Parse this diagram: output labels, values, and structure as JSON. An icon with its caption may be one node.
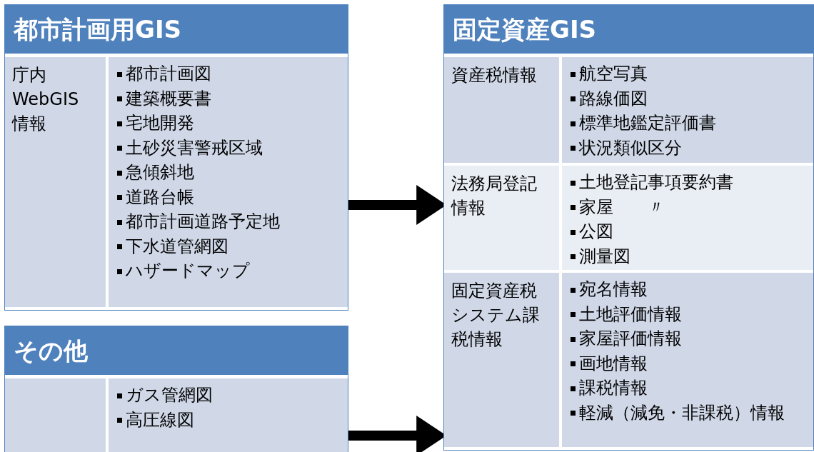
{
  "diagram": {
    "nodes": [
      {
        "text": [
          "都市計画用GIS"
        ]
      },
      {
        "text": [
          "庁内WebGIS情報",
          "都市計画図",
          "建築概要書",
          "宅地開発",
          "土砂災害警戒区域",
          "急傾斜地",
          "道路台帳",
          "都市計画道路予定地",
          "下水道管網図",
          "ハザードマップ"
        ],
        "in": 0
      },
      {
        "text": [
          "その他"
        ]
      },
      {
        "text": [
          "ガス管網図",
          "高圧線図"
        ],
        "in": 2
      },
      {
        "text": [
          "固定資産GIS"
        ]
      },
      {
        "text": [
          "資産税情報",
          "航空写真",
          "路線価図",
          "標準地鑑定評価書",
          "状況類似区分"
        ],
        "in": 4
      },
      {
        "text": [
          "法務局登記情報",
          "土地登記事項要約書",
          "家屋　　〃",
          "公図",
          "測量図"
        ],
        "in": 4
      },
      {
        "text": [
          "固定資産税システム課税情報",
          "宛名情報",
          "土地評価情報",
          "家屋評価情報",
          "画地情報",
          "課税情報",
          "軽減（減免・非課税）情報"
        ],
        "in": 4
      }
    ],
    "edges": [
      {
        "from": 1,
        "to": 6,
        "arrow": "to"
      },
      {
        "from": 3,
        "to": 7,
        "arrow": "to"
      }
    ]
  }
}
